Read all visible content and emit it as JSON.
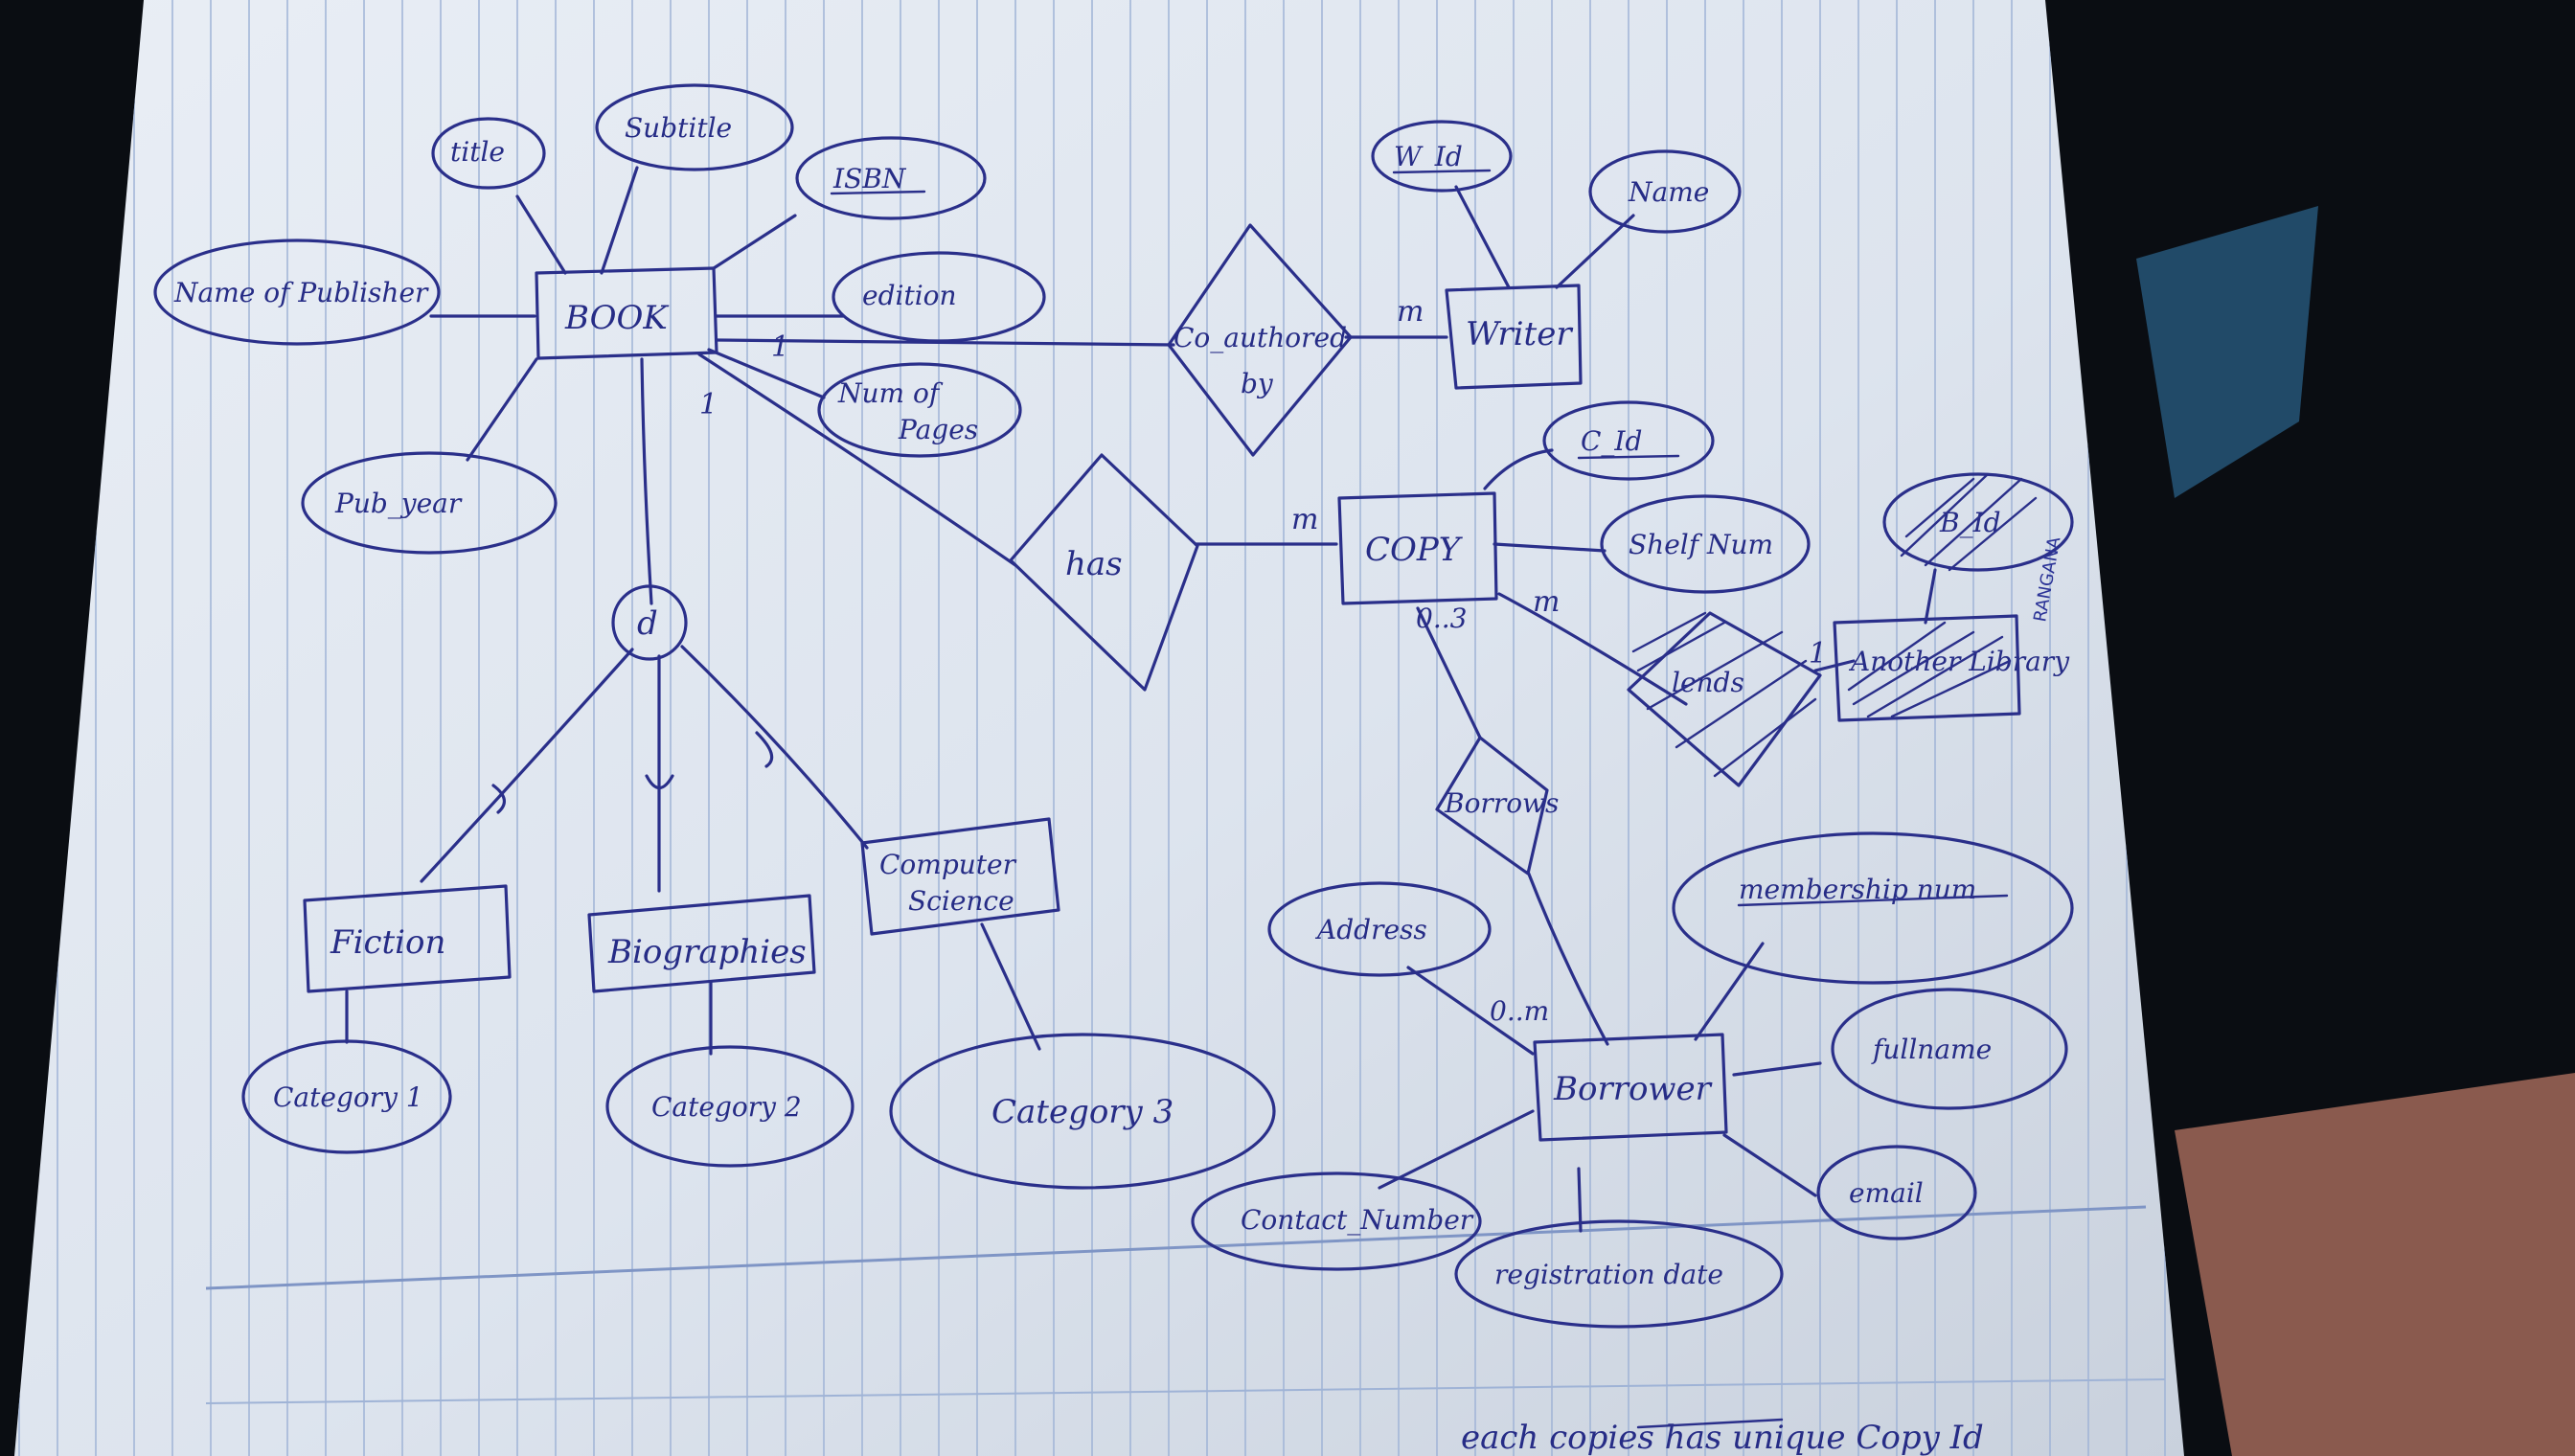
{
  "diagram": {
    "entities": {
      "book": "BOOK",
      "writer": "Writer",
      "copy": "COPY",
      "borrower": "Borrower",
      "another_library": "Another Library",
      "fiction": "Fiction",
      "biographies": "Biographies",
      "computer_science_line1": "Computer",
      "computer_science_line2": "Science"
    },
    "relationships": {
      "co_authored_line1": "Co_authored",
      "co_authored_line2": "by",
      "has": "has",
      "borrows": "Borrows",
      "lends": "lends"
    },
    "specialization_symbol": "d",
    "attributes": {
      "title": "title",
      "subtitle": "Subtitle",
      "isbn": "ISBN",
      "name_of_publisher": "Name of Publisher",
      "edition": "edition",
      "num_of_pages_line1": "Num of",
      "num_of_pages_line2": "Pages",
      "pub_year": "Pub_year",
      "w_id": "W_Id",
      "writer_name": "Name",
      "c_id": "C_Id",
      "shelf_num": "Shelf Num",
      "b_id": "B_Id",
      "category_1": "Category 1",
      "category_2": "Category 2",
      "category_3": "Category 3",
      "address": "Address",
      "membership_num": "membership num",
      "fullname": "fullname",
      "email": "email",
      "contact_number": "Contact_Number",
      "registration_date": "registration date"
    },
    "cardinalities": {
      "book_coauthored": "1",
      "writer_coauthored": "m",
      "book_has": "1",
      "copy_has": "m",
      "copy_lends": "m",
      "lends_library": "1",
      "copy_borrows": "0..3",
      "borrower_borrows": "0..m"
    },
    "margin_note": "RANGANA",
    "footer_note": "each copies has unique Copy Id"
  },
  "colors": {
    "ink": "#2a2f8a",
    "paper": "#dfe6ef",
    "rule_lines": "#9fb3d6",
    "background": "#0a0d12"
  }
}
